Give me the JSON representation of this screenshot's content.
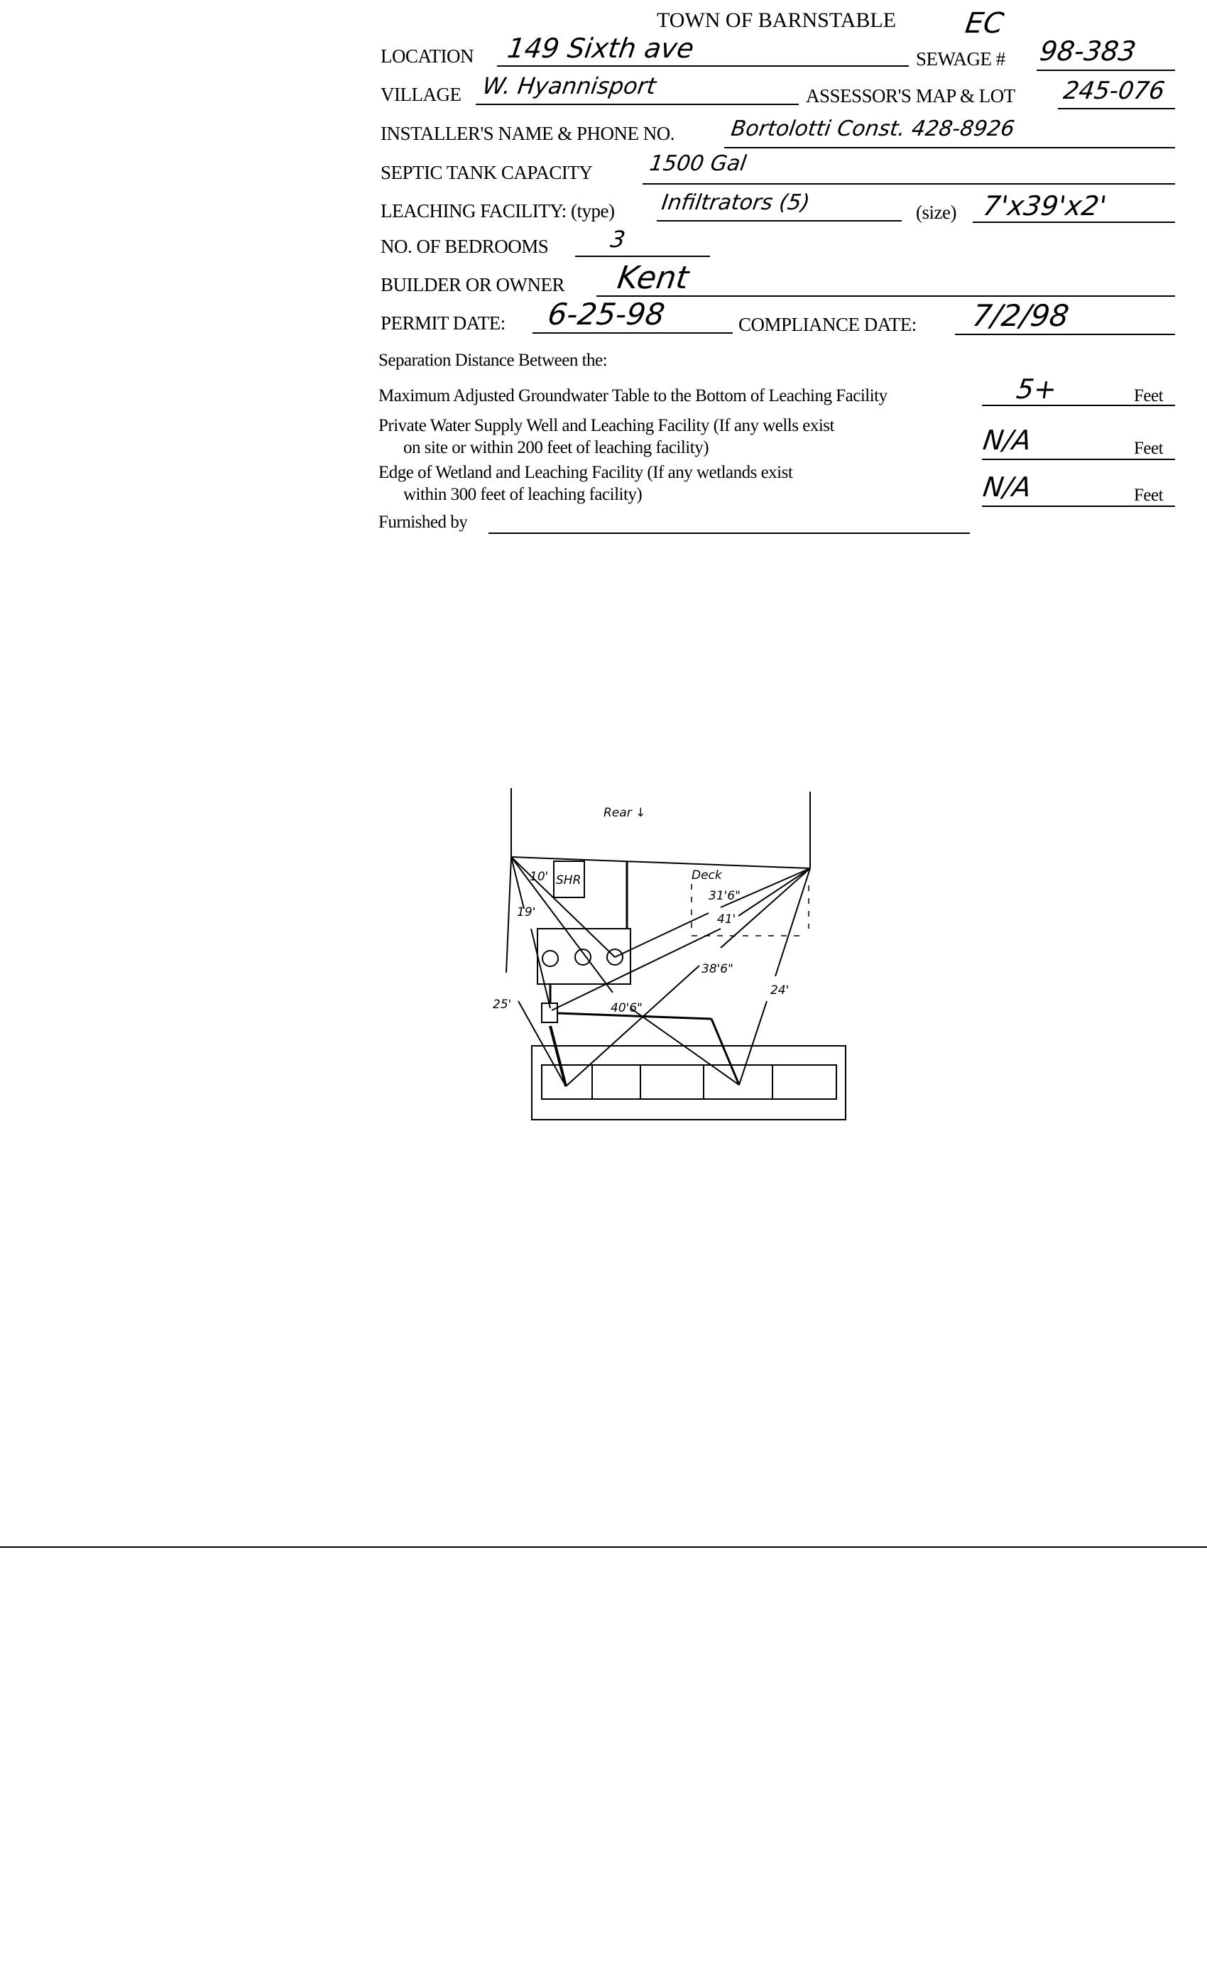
{
  "header": {
    "title": "TOWN OF BARNSTABLE",
    "initials": "EC"
  },
  "fields": {
    "location": {
      "label": "LOCATION",
      "value": "149 Sixth ave"
    },
    "sewage": {
      "label": "SEWAGE #",
      "value": "98-383"
    },
    "village": {
      "label": "VILLAGE",
      "value": "W. Hyannisport"
    },
    "map_lot": {
      "label": "ASSESSOR'S MAP & LOT",
      "value": "245-076"
    },
    "installer": {
      "label": "INSTALLER'S NAME & PHONE NO.",
      "value": "Bortolotti Const. 428-8926"
    },
    "septic": {
      "label": "SEPTIC TANK CAPACITY",
      "value": "1500 Gal"
    },
    "leaching_type": {
      "label": "LEACHING FACILITY: (type)",
      "value": "Infiltrators (5)"
    },
    "leaching_size": {
      "label": "(size)",
      "value": "7'x39'x2'"
    },
    "bedrooms": {
      "label": "NO. OF BEDROOMS",
      "value": "3"
    },
    "owner": {
      "label": "BUILDER OR OWNER",
      "value": "Kent"
    },
    "permit_date": {
      "label": "PERMIT DATE:",
      "value": "6-25-98"
    },
    "compliance_date": {
      "label": "COMPLIANCE DATE:",
      "value": "7/2/98"
    }
  },
  "separation": {
    "heading": "Separation Distance Between the:",
    "unit": "Feet",
    "rows": [
      {
        "line1": "Maximum Adjusted Groundwater Table to the Bottom of Leaching Facility",
        "value": "5+"
      },
      {
        "line1": "Private Water Supply Well and Leaching Facility  (If any wells exist",
        "line2": "on site or within 200 feet of leaching facility)",
        "value": "N/A"
      },
      {
        "line1": "Edge of Wetland and Leaching Facility (If any wetlands exist",
        "line2": "within 300 feet of leaching facility)",
        "value": "N/A"
      }
    ],
    "furnished_label": "Furnished by"
  },
  "sketch": {
    "labels": {
      "rear": "Rear ↓",
      "shr": "SHR",
      "deck": "Deck",
      "d10": "10'",
      "d19": "19'",
      "d25": "25'",
      "d316": "31'6\"",
      "d41": "41'",
      "d386": "38'6\"",
      "d24": "24'",
      "d406": "40'6\""
    }
  }
}
